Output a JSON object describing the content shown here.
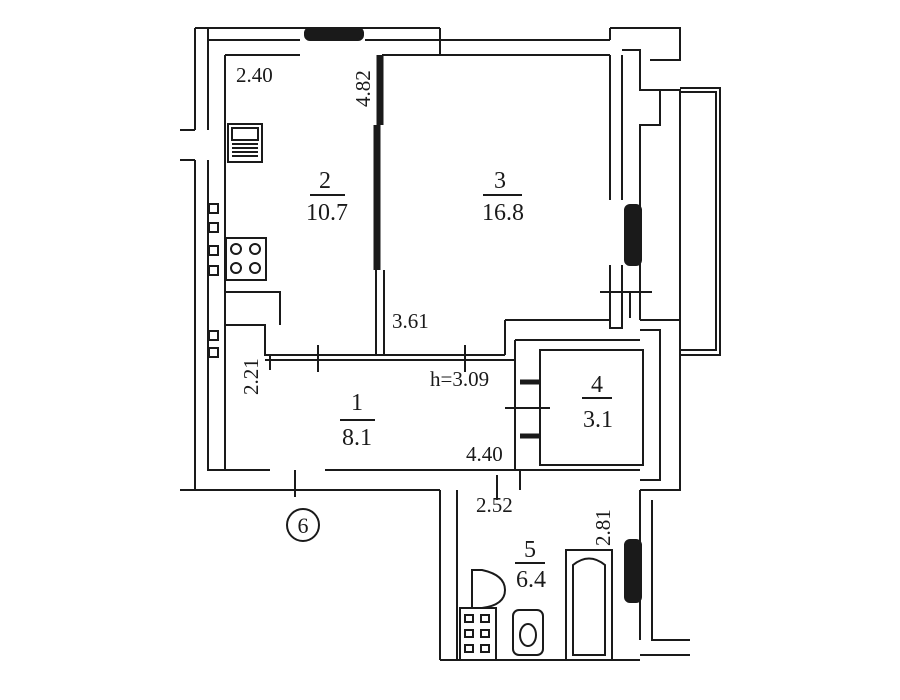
{
  "plan": {
    "rooms": [
      {
        "id": "1",
        "number": "1",
        "area": "8.1"
      },
      {
        "id": "2",
        "number": "2",
        "area": "10.7"
      },
      {
        "id": "3",
        "number": "3",
        "area": "16.8"
      },
      {
        "id": "4",
        "number": "4",
        "area": "3.1"
      },
      {
        "id": "5",
        "number": "5",
        "area": "6.4"
      }
    ],
    "dimensions": {
      "kitchen_width": "2.40",
      "kitchen_length": "4.82",
      "living_width": "3.61",
      "ceiling_height": "h=3.09",
      "hall_width": "2.21",
      "hall_length": "4.40",
      "bath_width": "2.52",
      "bath_length": "2.81"
    },
    "axis_marker": "6"
  }
}
